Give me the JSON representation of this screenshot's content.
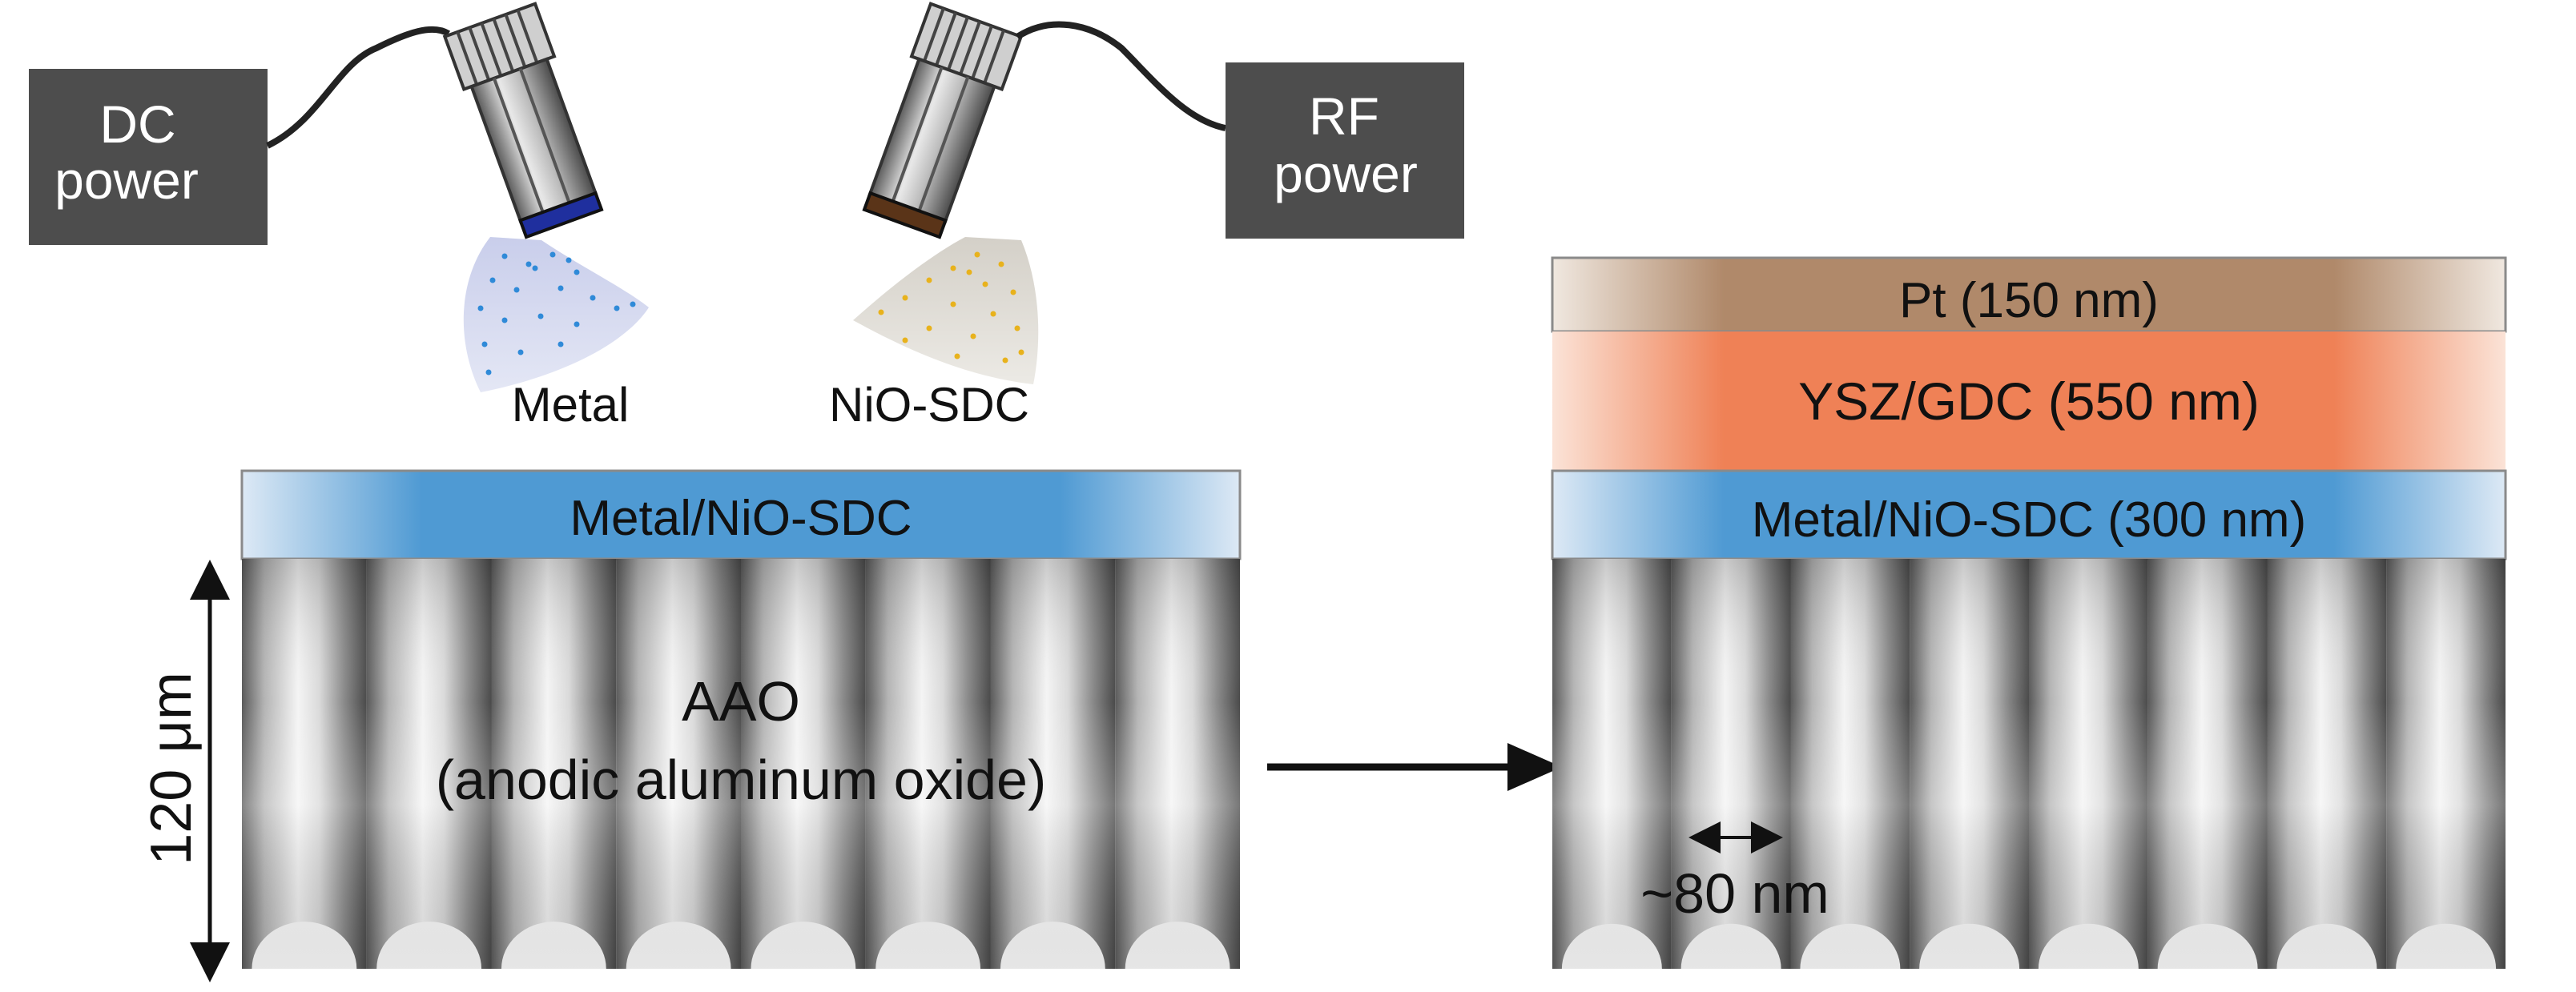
{
  "power_sources": {
    "dc": {
      "line1": "DC",
      "line2": "power"
    },
    "rf": {
      "line1": "RF",
      "line2": "power"
    }
  },
  "targets": {
    "metal": "Metal",
    "nio_sdc": "NiO-SDC"
  },
  "substrate_left": {
    "coating_label": "Metal/NiO-SDC",
    "name": "AAO",
    "full_name": "(anodic aluminum oxide)",
    "thickness_label": "120 μm"
  },
  "substrate_right": {
    "layers": [
      {
        "label": "Pt (150 nm)"
      },
      {
        "label": "YSZ/GDC (550 nm)"
      },
      {
        "label": "Metal/NiO-SDC (300 nm)"
      }
    ],
    "pore_label": "~80 nm"
  },
  "colors": {
    "power_box": "#4d4d4d",
    "metal_layer": "#4f9ad3",
    "electrolyte_layer": "#ef8156",
    "pt_layer": "#b0896a",
    "metal_plume": "#c9ceeb",
    "nio_plume": "#dcd8d0",
    "metal_particles": "#2f8ad8",
    "nio_particles": "#e8b21c",
    "metal_cap": "#1f2f9e",
    "nio_cap": "#5a3418"
  }
}
